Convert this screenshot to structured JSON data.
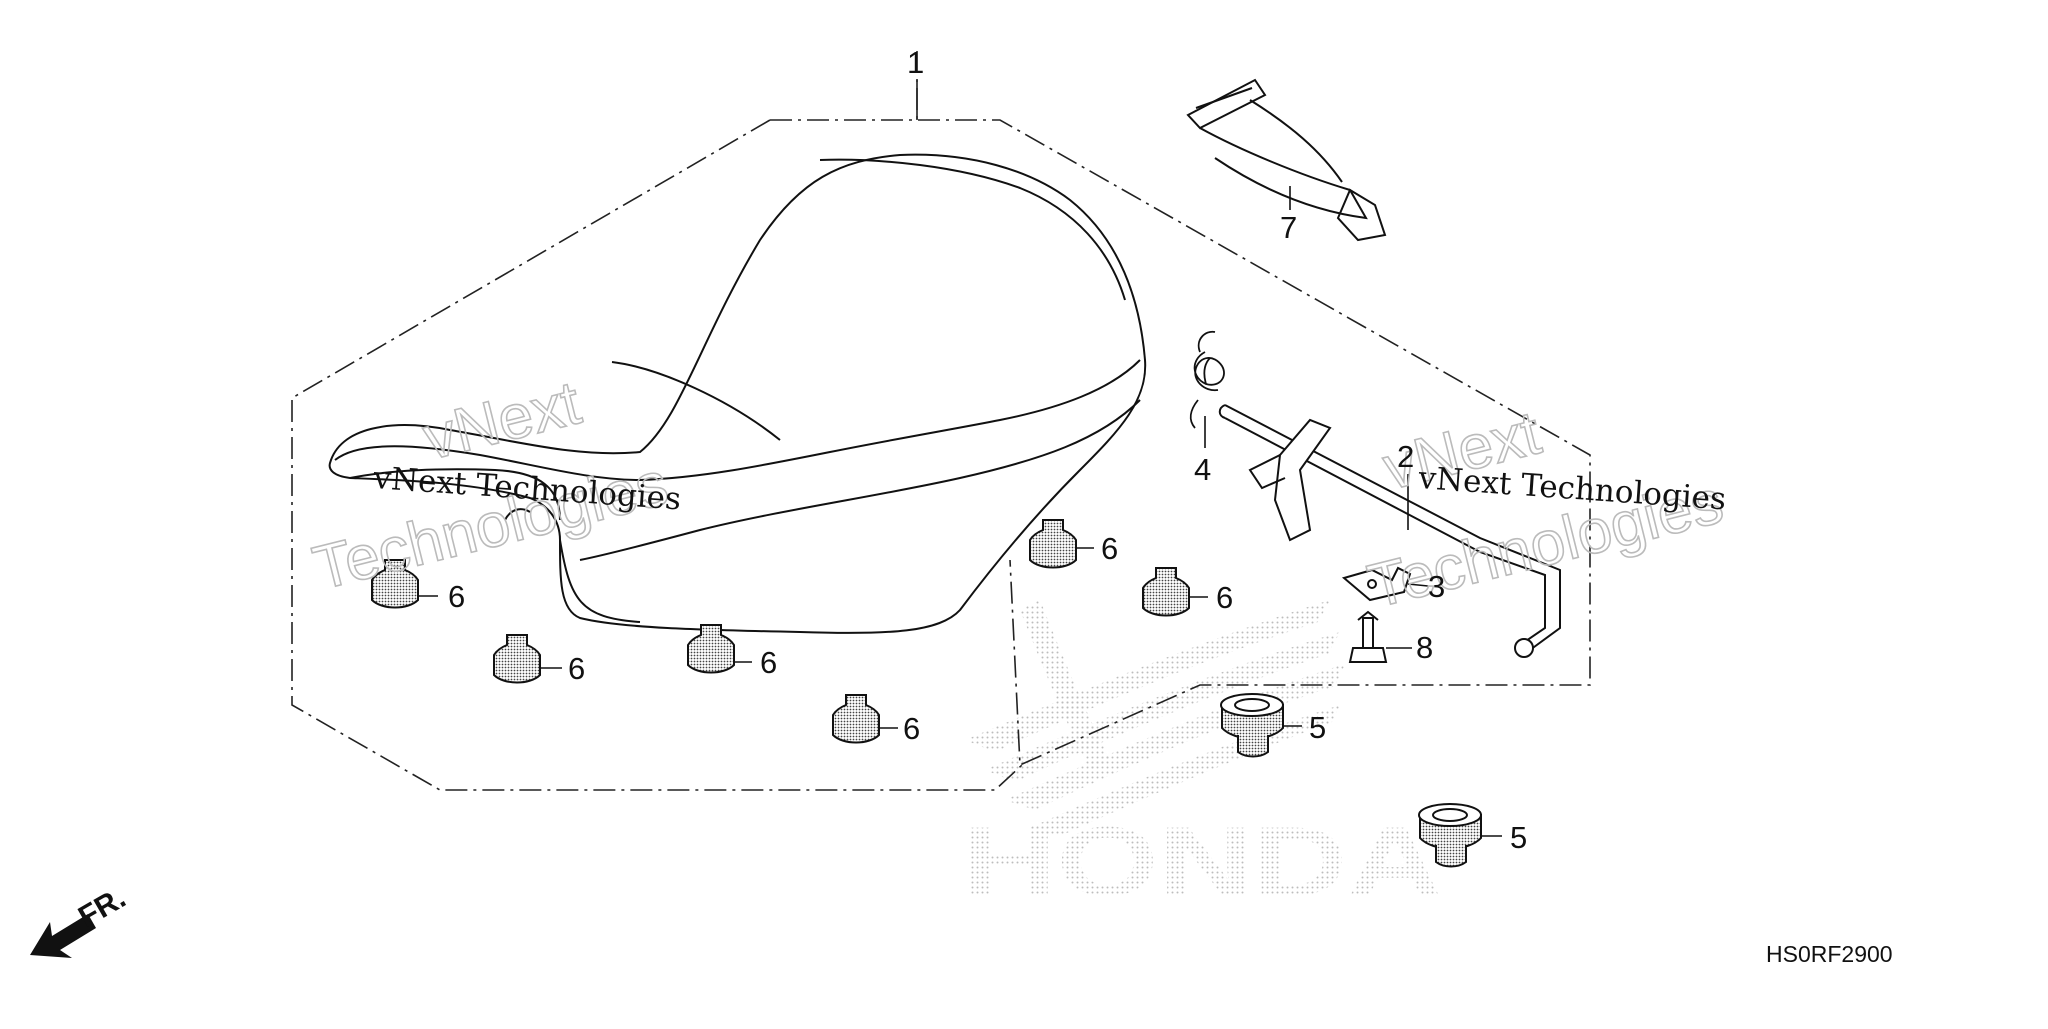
{
  "diagram_code": "HS0RF2900",
  "front_marker": "FR.",
  "watermark": {
    "brand": "HONDA",
    "line_a": "vNext",
    "line_b": "Technologies",
    "caption": "vNext Technologies"
  },
  "callouts": {
    "c1": "1",
    "c2": "2",
    "c3": "3",
    "c4": "4",
    "c5a": "5",
    "c5b": "5",
    "c6a": "6",
    "c6b": "6",
    "c6c": "6",
    "c6d": "6",
    "c6e": "6",
    "c6f": "6",
    "c7": "7",
    "c8": "8"
  }
}
